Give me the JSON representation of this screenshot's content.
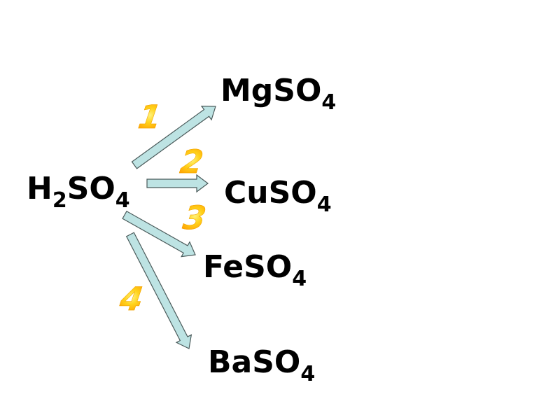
{
  "reactant": {
    "main": "H",
    "sub1": "2",
    "mid": "SO",
    "sub2": "4"
  },
  "products": [
    {
      "main": "MgSO",
      "sub": "4"
    },
    {
      "main": "CuSO",
      "sub": "4"
    },
    {
      "main": "FeSO",
      "sub": "4"
    },
    {
      "main": "BaSO",
      "sub": "4"
    }
  ],
  "steps": [
    "1",
    "2",
    "3",
    "4"
  ],
  "colors": {
    "arrow_fill": "#bde3e3",
    "arrow_stroke": "#4a5a5a",
    "number_gradient": [
      "#fff27a",
      "#ff9e00"
    ]
  }
}
